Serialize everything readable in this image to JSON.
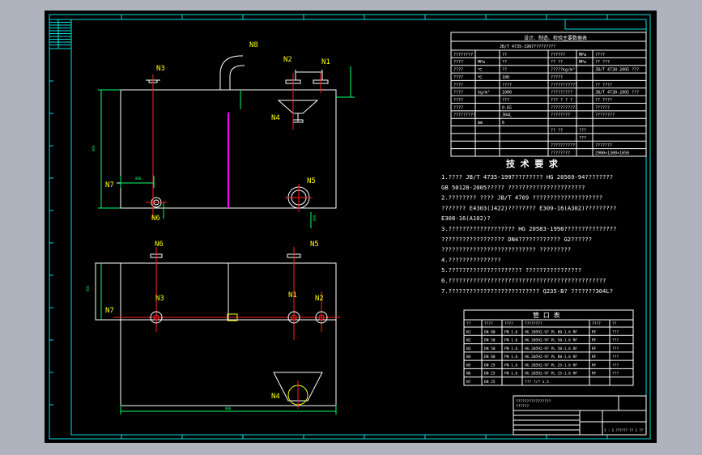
{
  "colors": {
    "background": "#000000",
    "frame": "#00e0e0",
    "outline": "#ffffff",
    "dimension": "#00ff66",
    "label": "#ffff00",
    "centerline": "#ff2020",
    "accent": "#ff00ff",
    "window": "#aeb3bd"
  },
  "nozzles": {
    "n1": "N1",
    "n2": "N2",
    "n3": "N3",
    "n4": "N4",
    "n5": "N5",
    "n6": "N6",
    "n7": "N7",
    "n8": "N8"
  },
  "spec_table": {
    "title": "设计、制造、检验主要数据表",
    "standard_row": "JB/T 4735-1997?????????",
    "rows": [
      [
        "????????",
        "",
        "??",
        "??????",
        "MPa",
        "????"
      ],
      [
        "????",
        "MPa",
        "??",
        "?? ??",
        "MPa",
        "?? ???"
      ],
      [
        "????",
        "℃",
        "??",
        "?????kg/m³",
        "",
        "JB/T 4730-2005 ???"
      ],
      [
        "????",
        "℃",
        "100",
        "?????",
        "",
        ""
      ],
      [
        "????",
        "",
        "????",
        "???????????",
        "",
        "?? ????"
      ],
      [
        "????",
        "kg/m³",
        "1000",
        "?????????",
        "",
        "JB/T 4730-2005 ???"
      ],
      [
        "????",
        "",
        "???",
        "??? ? ? ?",
        "",
        "?? ????"
      ],
      [
        "????",
        "",
        "0.65",
        "??????????",
        "",
        "??????"
      ],
      [
        "?????????",
        "",
        "304L",
        "????????",
        "",
        "????????"
      ],
      [
        "",
        "mm",
        "6",
        "",
        "",
        ""
      ],
      [
        "",
        "",
        "",
        "?? ??",
        "???",
        ""
      ],
      [
        "",
        "",
        "",
        "",
        "???",
        ""
      ],
      [
        "",
        "",
        "",
        "??????????",
        "",
        "???????"
      ],
      [
        "",
        "",
        "",
        "????????",
        "",
        "2900×1300×1650"
      ]
    ]
  },
  "tech_requirements": {
    "title": "技 术 要 求",
    "lines": [
      "1.???? JB/T 4735-1997????????  HG 20569-94????????",
      "  GB 50128-2005?????  ??????????????????????",
      "2.????????  ????  JB/T 4709         ????????????????????",
      "  ???????  E4303(J422)????????  E309-16(A302)?????????",
      "  E308-16(A102)?",
      "3.???????????????????     HG 20583-1998???????????????",
      "  ??????????????????     DN4????????????   G2??????",
      "  ???????????????????????????      ?????????",
      "4.???????????????",
      "5.?????????????????????      ????????????????",
      "6.?????????????????????????????????????????????",
      "7.??????????????????????????    Q235-B?  ???????304L?"
    ]
  },
  "nozzle_table": {
    "title": "管 口 表",
    "headers": [
      "??",
      "????",
      "????",
      "????????",
      "????",
      "??"
    ],
    "rows": [
      [
        "N1",
        "DN 80",
        "PN 1.6",
        "HG 20592-97 PL 80-1.6 RF",
        "RF",
        "???"
      ],
      [
        "N2",
        "DN 50",
        "PN 1.6",
        "HG 20592-97 PL 50-1.6 RF",
        "RF",
        "???"
      ],
      [
        "N3",
        "DN 50",
        "PN 1.6",
        "HG 20592-97 PL 50-1.6 RF",
        "RF",
        "???"
      ],
      [
        "N4",
        "DN 80",
        "PN 1.6",
        "HG 20592-97 PL 80-1.6 RF",
        "RF",
        "???"
      ],
      [
        "N5",
        "DN 25",
        "PN 1.6",
        "HG 20592-97 PL 25-1.6 RF",
        "RF",
        "???"
      ],
      [
        "N6",
        "DN 25",
        "PN 1.6",
        "HG 20592-97 PL 25-1.6 RF",
        "RF",
        "???"
      ],
      [
        "N7",
        "DN 25",
        "",
        "??? ?/? 1.5",
        "",
        ""
      ]
    ]
  },
  "title_block": {
    "line1": "????????????????",
    "line2": "??????",
    "line3": "1 : 1  ??????  ?? 1  ?? 1"
  }
}
